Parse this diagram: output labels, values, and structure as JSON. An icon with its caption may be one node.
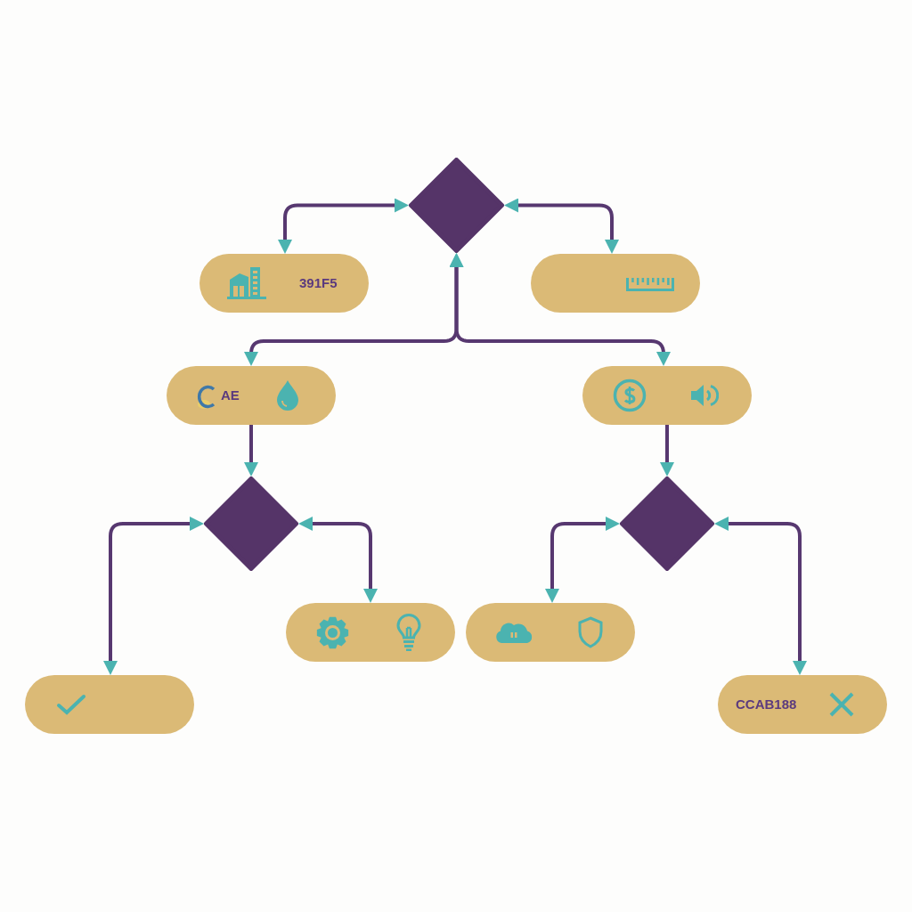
{
  "diagram": {
    "nodes": [
      {
        "text": [],
        "shape": "diamond"
      },
      {
        "text": [
          "391F5"
        ]
      },
      {
        "text": [],
        "shape": "box"
      },
      {
        "text": [
          "AE"
        ]
      },
      {
        "text": [],
        "shape": "box"
      },
      {
        "text": [],
        "shape": "diamond"
      },
      {
        "text": [],
        "shape": "diamond"
      },
      {
        "text": [],
        "shape": "box"
      },
      {
        "text": [],
        "shape": "box"
      },
      {
        "text": [],
        "shape": "box"
      },
      {
        "text": [
          "CCAB188"
        ]
      }
    ],
    "edges": [
      {
        "from": 0,
        "to": 1,
        "arrow": "both"
      },
      {
        "from": 0,
        "to": 2,
        "arrow": "both"
      },
      {
        "from": 0,
        "to": 3,
        "arrow": "both"
      },
      {
        "from": 0,
        "to": 4,
        "arrow": "both"
      },
      {
        "from": 3,
        "to": 5,
        "arrow": "to"
      },
      {
        "from": 4,
        "to": 6,
        "arrow": "to"
      },
      {
        "from": 5,
        "to": 9,
        "arrow": "both"
      },
      {
        "from": 5,
        "to": 7,
        "arrow": "both"
      },
      {
        "from": 6,
        "to": 8,
        "arrow": "both"
      },
      {
        "from": 6,
        "to": 10,
        "arrow": "both"
      }
    ]
  }
}
